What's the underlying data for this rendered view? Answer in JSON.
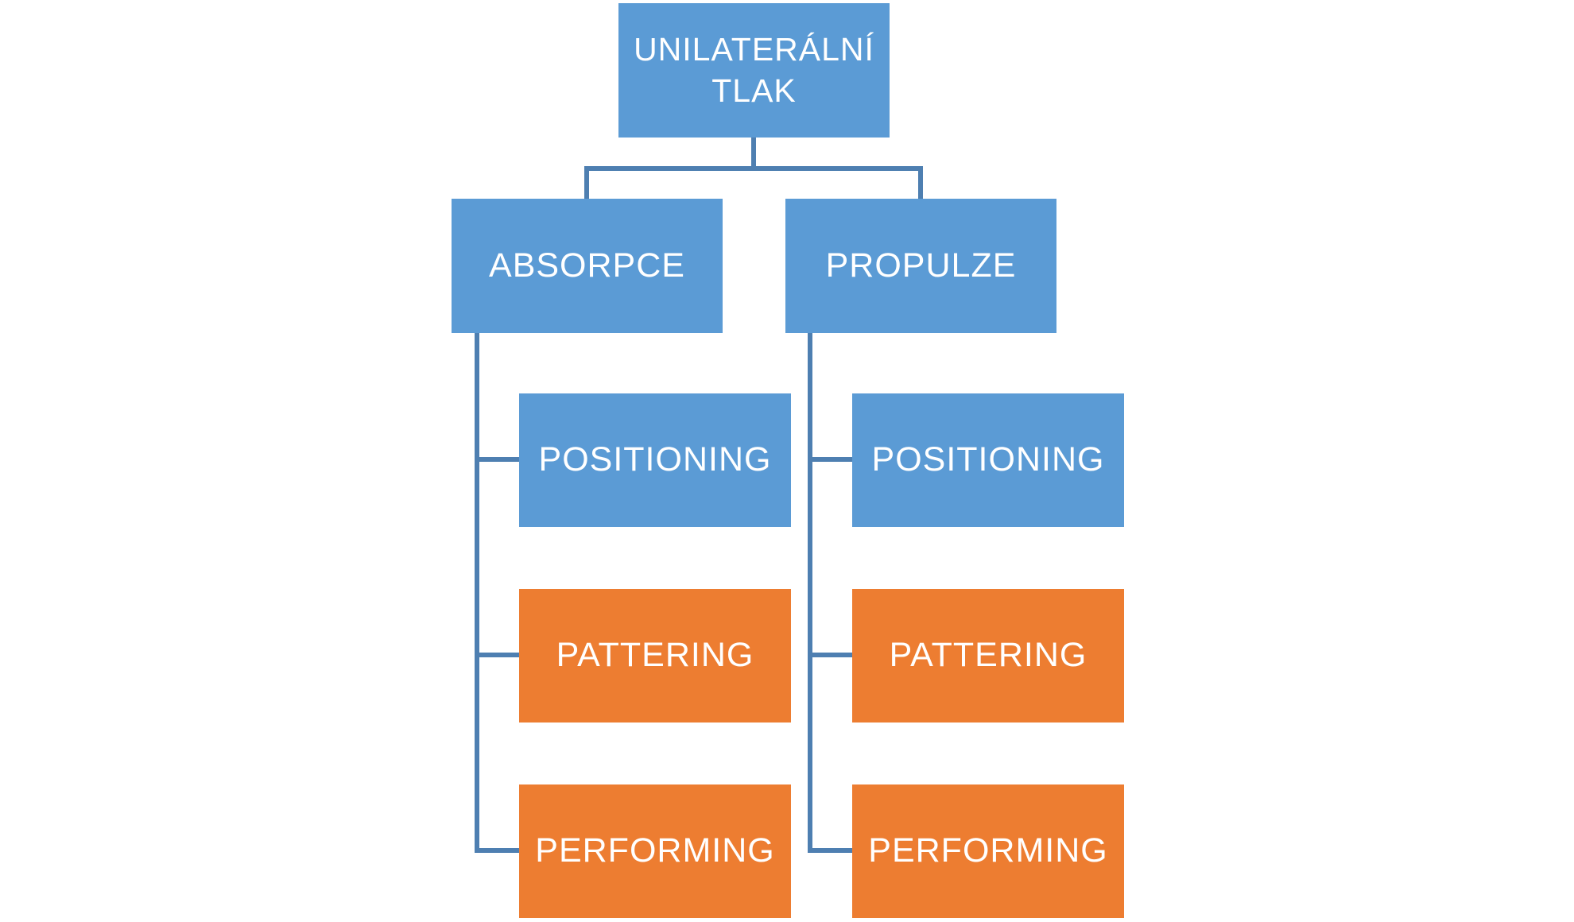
{
  "diagram": {
    "type": "hierarchy-chart",
    "root": {
      "label": "UNILATERÁLNÍ TLAK"
    },
    "branches": [
      {
        "label": "ABSORPCE",
        "children": [
          {
            "label": "POSITIONING",
            "color": "blue"
          },
          {
            "label": "PATTERING",
            "color": "orange"
          },
          {
            "label": "PERFORMING",
            "color": "orange"
          }
        ]
      },
      {
        "label": "PROPULZE",
        "children": [
          {
            "label": "POSITIONING",
            "color": "blue"
          },
          {
            "label": "PATTERING",
            "color": "orange"
          },
          {
            "label": "PERFORMING",
            "color": "orange"
          }
        ]
      }
    ]
  },
  "colors": {
    "box_blue": "#5B9BD5",
    "box_orange": "#ED7D31",
    "connector": "#4E7FB1",
    "text": "#FFFFFF",
    "background": "#FFFFFF"
  }
}
